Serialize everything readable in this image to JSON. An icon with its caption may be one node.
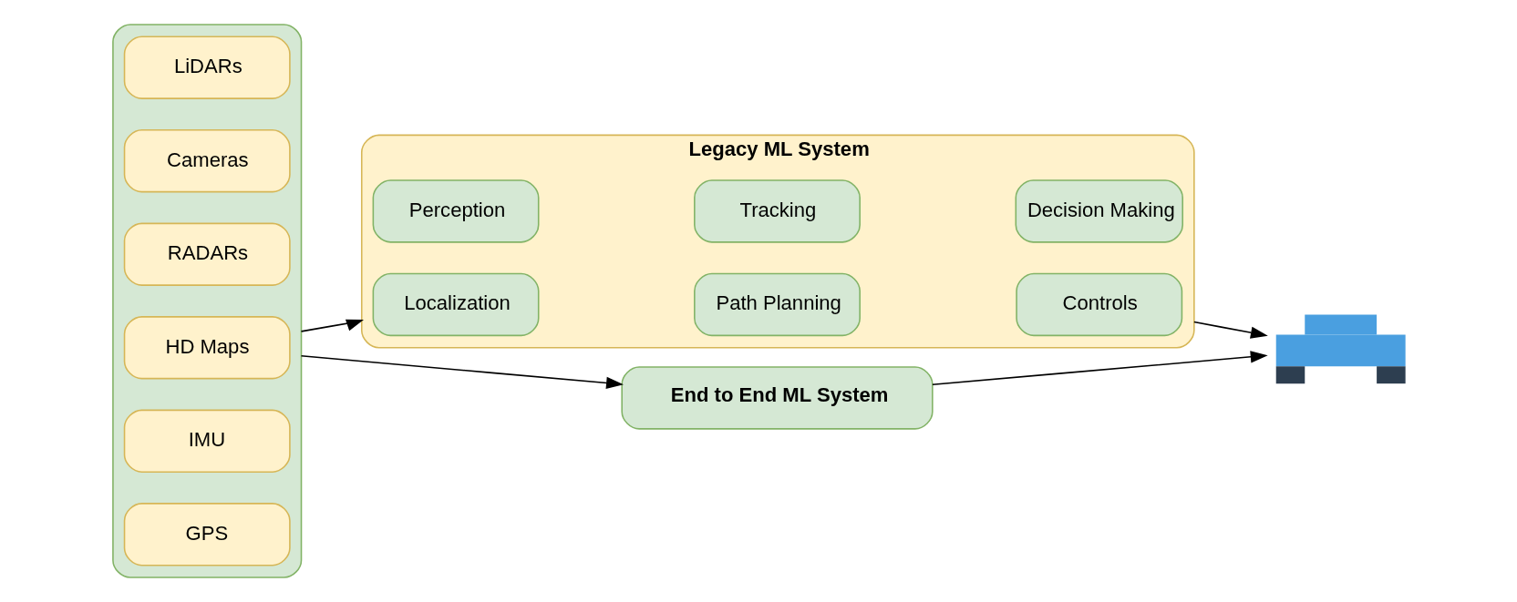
{
  "diagram": {
    "nodes": [
      {
        "text": [],
        "shape": "box"
      },
      {
        "text": [
          "LiDARs"
        ],
        "in": 0
      },
      {
        "text": [
          "Cameras"
        ],
        "in": 0
      },
      {
        "text": [
          "RADARs"
        ],
        "in": 0
      },
      {
        "text": [
          "HD Maps"
        ],
        "in": 0
      },
      {
        "text": [
          "IMU"
        ],
        "in": 0
      },
      {
        "text": [
          "GPS"
        ],
        "in": 0
      },
      {
        "text": [
          "Legacy ML System"
        ]
      },
      {
        "text": [
          "Perception"
        ],
        "in": 7
      },
      {
        "text": [
          "Tracking"
        ],
        "in": 7
      },
      {
        "text": [
          "Decision Making"
        ],
        "in": 7
      },
      {
        "text": [
          "Localization"
        ],
        "in": 7
      },
      {
        "text": [
          "Path Planning"
        ],
        "in": 7
      },
      {
        "text": [
          "Controls"
        ],
        "in": 7
      },
      {
        "text": [
          "End to End ML System"
        ]
      },
      {
        "text": [],
        "shape": "picture"
      }
    ],
    "edges": [
      {
        "from": 0,
        "to": 7,
        "arrow": "to"
      },
      {
        "from": 0,
        "to": 14,
        "arrow": "to"
      },
      {
        "from": 7,
        "to": 15,
        "arrow": "to"
      },
      {
        "from": 14,
        "to": 15,
        "arrow": "to"
      }
    ]
  }
}
